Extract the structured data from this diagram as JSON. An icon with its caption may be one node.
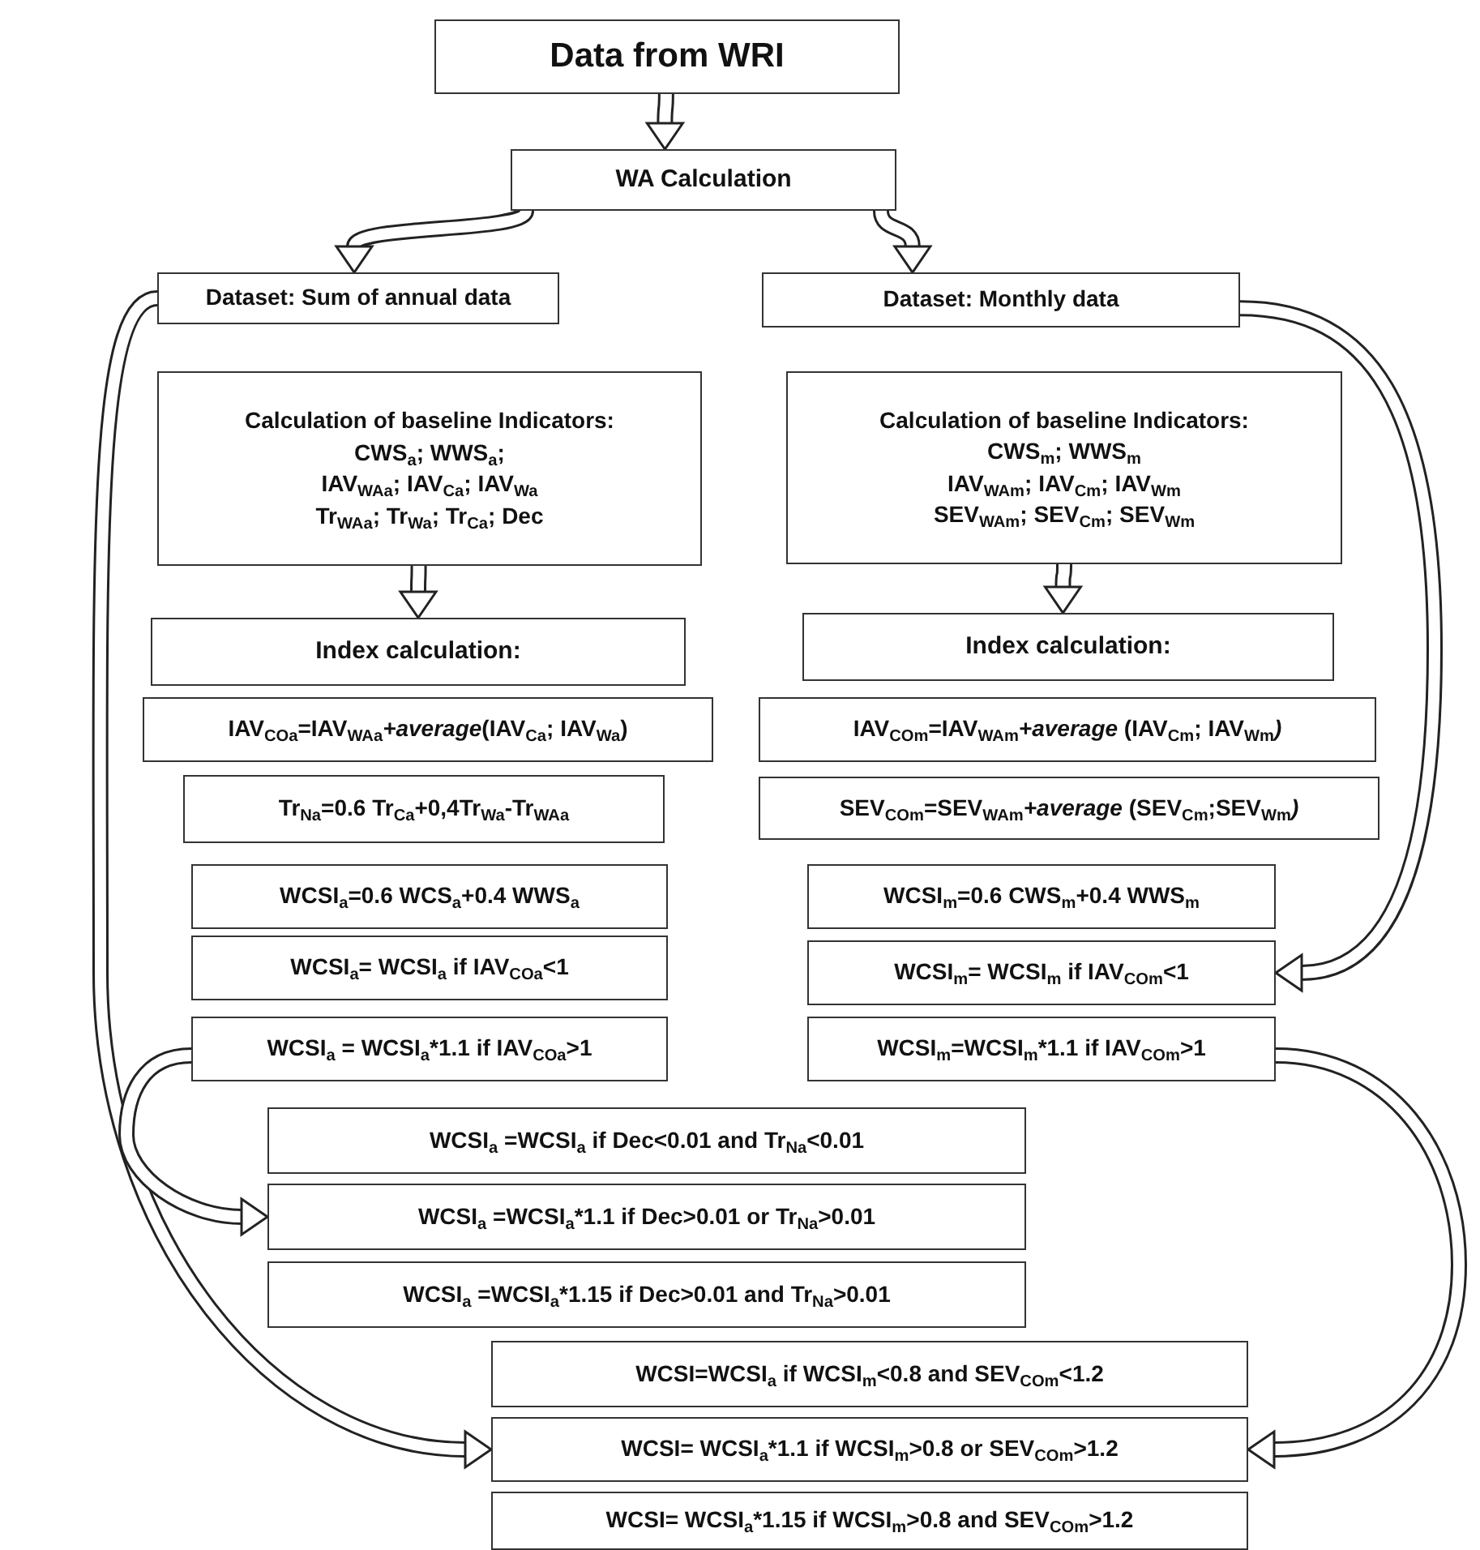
{
  "diagram": {
    "nodes": [
      {
        "text": [
          "Data from WRI"
        ]
      },
      {
        "text": [
          "WA Calculation"
        ]
      },
      {
        "text": [
          "Dataset: Sum of annual data"
        ]
      },
      {
        "text": [
          "Dataset: Monthly data"
        ]
      },
      {
        "text": [
          "Calculation of baseline Indicators:",
          "CWS$_{a}$; WWS$_{a}$;",
          "IAV$_{WAa}$; IAV$_{Ca}$; IAV$_{Wa}$",
          "Tr$_{WAa}$; Tr$_{Wa}$; Tr$_{Ca}$; Dec"
        ]
      },
      {
        "text": [
          "Calculation of baseline Indicators:",
          "CWS$_{m}$; WWS$_{m}$",
          "IAV$_{WAm}$; IAV$_{Cm}$; IAV$_{Wm}$",
          "SEV$_{WAm}$; SEV$_{Cm}$; SEV$_{Wm}$"
        ]
      },
      {
        "text": [
          "Index calculation:"
        ]
      },
      {
        "text": [
          "Index calculation:"
        ]
      },
      {
        "text": [
          "IAV$_{COa}$=IAV$_{WAa}$*+average*(IAV$_{Ca}$; IAV$_{Wa}$)"
        ]
      },
      {
        "text": [
          "IAV$_{COm}$=IAV$_{WAm}$*+average* (IAV$_{Cm}$; IAV$_{Wm}$*)*"
        ]
      },
      {
        "text": [
          "Tr$_{Na}$=0.6 Tr$_{Ca}$+0,4Tr$_{Wa}$-Tr$_{WAa}$"
        ]
      },
      {
        "text": [
          "SEV$_{COm}$=SEV$_{WAm}$*+average* (SEV$_{Cm}$;SEV$_{Wm}$*)*"
        ]
      },
      {
        "text": [
          "WCSI$_{a}$=0.6 WCS$_{a}$+0.4 WWS$_{a}$"
        ]
      },
      {
        "text": [
          "WCSI$_{m}$=0.6 CWS$_{m}$+0.4 WWS$_{m}$"
        ]
      },
      {
        "text": [
          "WCSI$_{a}$= WCSI$_{a}$ if IAV$_{COa}$<1"
        ]
      },
      {
        "text": [
          "WCSI$_{m}$= WCSI$_{m}$ if IAV$_{COm}$<1"
        ]
      },
      {
        "text": [
          "WCSI$_{a}$ = WCSI$_{a}$*1.1 if IAV$_{COa}$>1"
        ]
      },
      {
        "text": [
          "WCSI$_{m}$=WCSI$_{m}$*1.1 if IAV$_{COm}$>1"
        ]
      },
      {
        "text": [
          "WCSI$_{a}$ =WCSI$_{a}$ if Dec<0.01 and Tr$_{Na}$<0.01"
        ]
      },
      {
        "text": [
          "WCSI$_{a}$ =WCSI$_{a}$*1.1 if Dec>0.01 or Tr$_{Na}$>0.01"
        ]
      },
      {
        "text": [
          "WCSI$_{a}$ =WCSI$_{a}$*1.15 if Dec>0.01 and Tr$_{Na}$>0.01"
        ]
      },
      {
        "text": [
          "WCSI=WCSI$_{a}$ if WCSI$_{m}$<0.8 and SEV$_{COm}$<1.2"
        ]
      },
      {
        "text": [
          "WCSI= WCSI$_{a}$*1.1 if WCSI$_{m}$>0.8 or SEV$_{COm}$>1.2"
        ]
      },
      {
        "text": [
          "WCSI= WCSI$_{a}$*1.15 if WCSI$_{m}$>0.8 and SEV$_{COm}$>1.2"
        ]
      }
    ],
    "edges": [
      {
        "from": 0,
        "to": 1,
        "arrow": "to"
      },
      {
        "from": 1,
        "to": 2,
        "arrow": "to"
      },
      {
        "from": 1,
        "to": 3,
        "arrow": "to"
      },
      {
        "from": 4,
        "to": 6,
        "arrow": "to"
      },
      {
        "from": 5,
        "to": 7,
        "arrow": "to"
      },
      {
        "from": 2,
        "to": 22,
        "arrow": "to"
      },
      {
        "from": 3,
        "to": 15,
        "arrow": "to"
      },
      {
        "from": 16,
        "to": 19,
        "arrow": "to"
      },
      {
        "from": 17,
        "to": 22,
        "arrow": "to"
      }
    ]
  }
}
